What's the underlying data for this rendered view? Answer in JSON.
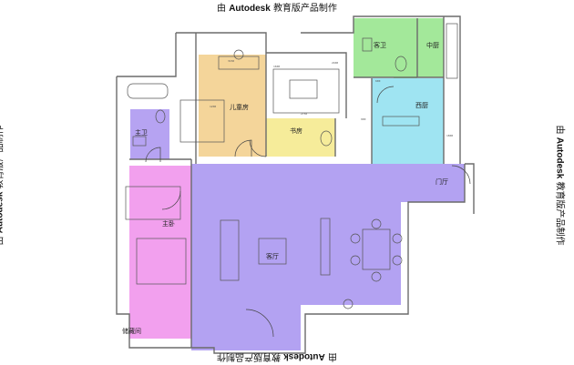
{
  "watermark": {
    "prefix": "由",
    "brand": "Autodesk",
    "suffix": "教育版产品制作"
  },
  "rooms": [
    {
      "id": "kid-room",
      "label": "儿童房",
      "color": "#f4d59a"
    },
    {
      "id": "study",
      "label": "书房",
      "color": "#f6ec9a"
    },
    {
      "id": "guest-bath",
      "label": "客卫",
      "color": "#a3e89a"
    },
    {
      "id": "chinese-kitchen",
      "label": "中厨",
      "color": "#a3e89a"
    },
    {
      "id": "western-kitchen",
      "label": "西厨",
      "color": "#9fe4f2"
    },
    {
      "id": "master-bath",
      "label": "主卫",
      "color": "#b6a3f2"
    },
    {
      "id": "master-bedroom",
      "label": "主卧",
      "color": "#f2a0ee"
    },
    {
      "id": "living-room",
      "label": "客厅",
      "color": "#b3a2f2"
    },
    {
      "id": "entrance",
      "label": "门厅",
      "color": "#b3a2f2"
    },
    {
      "id": "storage",
      "label": "储藏间",
      "color": "#f2a0ee"
    }
  ],
  "dimensions": [
    "3150",
    "2750",
    "1200",
    "600",
    "1600",
    "2400",
    "1800",
    "900"
  ],
  "colors": {
    "wall": "#6b6b6b",
    "furniture": "#555555",
    "background": "#ffffff"
  }
}
